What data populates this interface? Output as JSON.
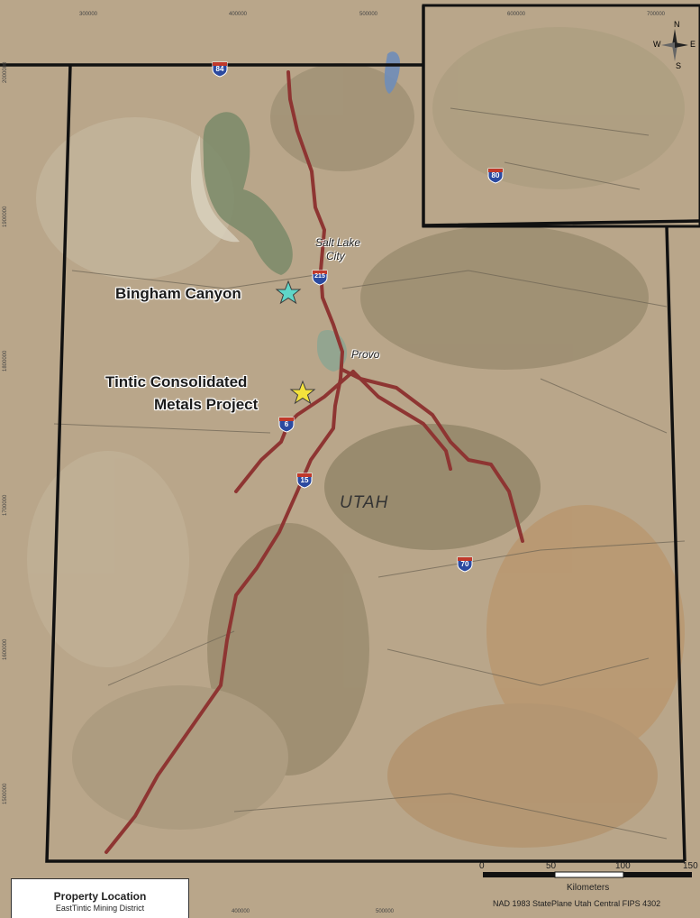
{
  "labels": {
    "bingham": "Bingham Canyon",
    "tintic_line1": "Tintic Consolidated",
    "tintic_line2": "Metals Project",
    "salt_lake_line1": "Salt Lake",
    "salt_lake_line2": "City",
    "provo": "Provo",
    "state": "UTAH"
  },
  "shields": {
    "i84": "84",
    "i80": "80",
    "i215": "215",
    "i15": "15",
    "i70": "70",
    "us6": "6"
  },
  "north_arrow": {
    "n": "N",
    "s": "S",
    "w": "W",
    "e": "E"
  },
  "scale_bar": {
    "unit": "Kilometers",
    "ticks": [
      "0",
      "50",
      "100",
      "150"
    ]
  },
  "projection": "NAD 1983 StatePlane Utah Central FIPS 4302",
  "title_box": {
    "title": "Property Location",
    "subtitle": "EastTintic Mining District"
  },
  "grid_ticks": {
    "top": [
      "300000",
      "400000",
      "500000",
      "600000",
      "700000"
    ],
    "bottom": [
      "400000",
      "500000"
    ],
    "left": [
      "2000000",
      "1900000",
      "1800000",
      "1700000",
      "1600000",
      "1500000"
    ]
  },
  "colors": {
    "highway": "#8e3532",
    "boundary": "#111111",
    "star_bingham": "#5fd6c8",
    "star_tintic": "#f4e23c",
    "terrain": "#b9a68a"
  }
}
